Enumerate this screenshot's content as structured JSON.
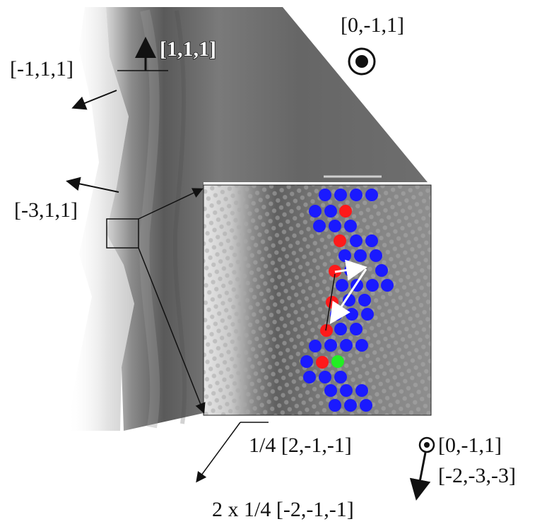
{
  "labels": {
    "dir_111": "[1,1,1]",
    "dir_0m11_top": "[0,-1,1]",
    "dir_m111": "[-1,1,1]",
    "dir_m311": "[-3,1,1]",
    "burgers_1": "1/4 [2,-1,-1]",
    "burgers_2": "2 x 1/4 [-2,-1,-1]",
    "dir_0m11_bottom": "[0,-1,1]",
    "dir_m2m3m3": "[-2,-3,-3]"
  },
  "colors": {
    "atom_normal": "#1a1aff",
    "atom_defect": "#ff1a1a",
    "atom_special": "#22ee22",
    "ink": "#111111"
  }
}
